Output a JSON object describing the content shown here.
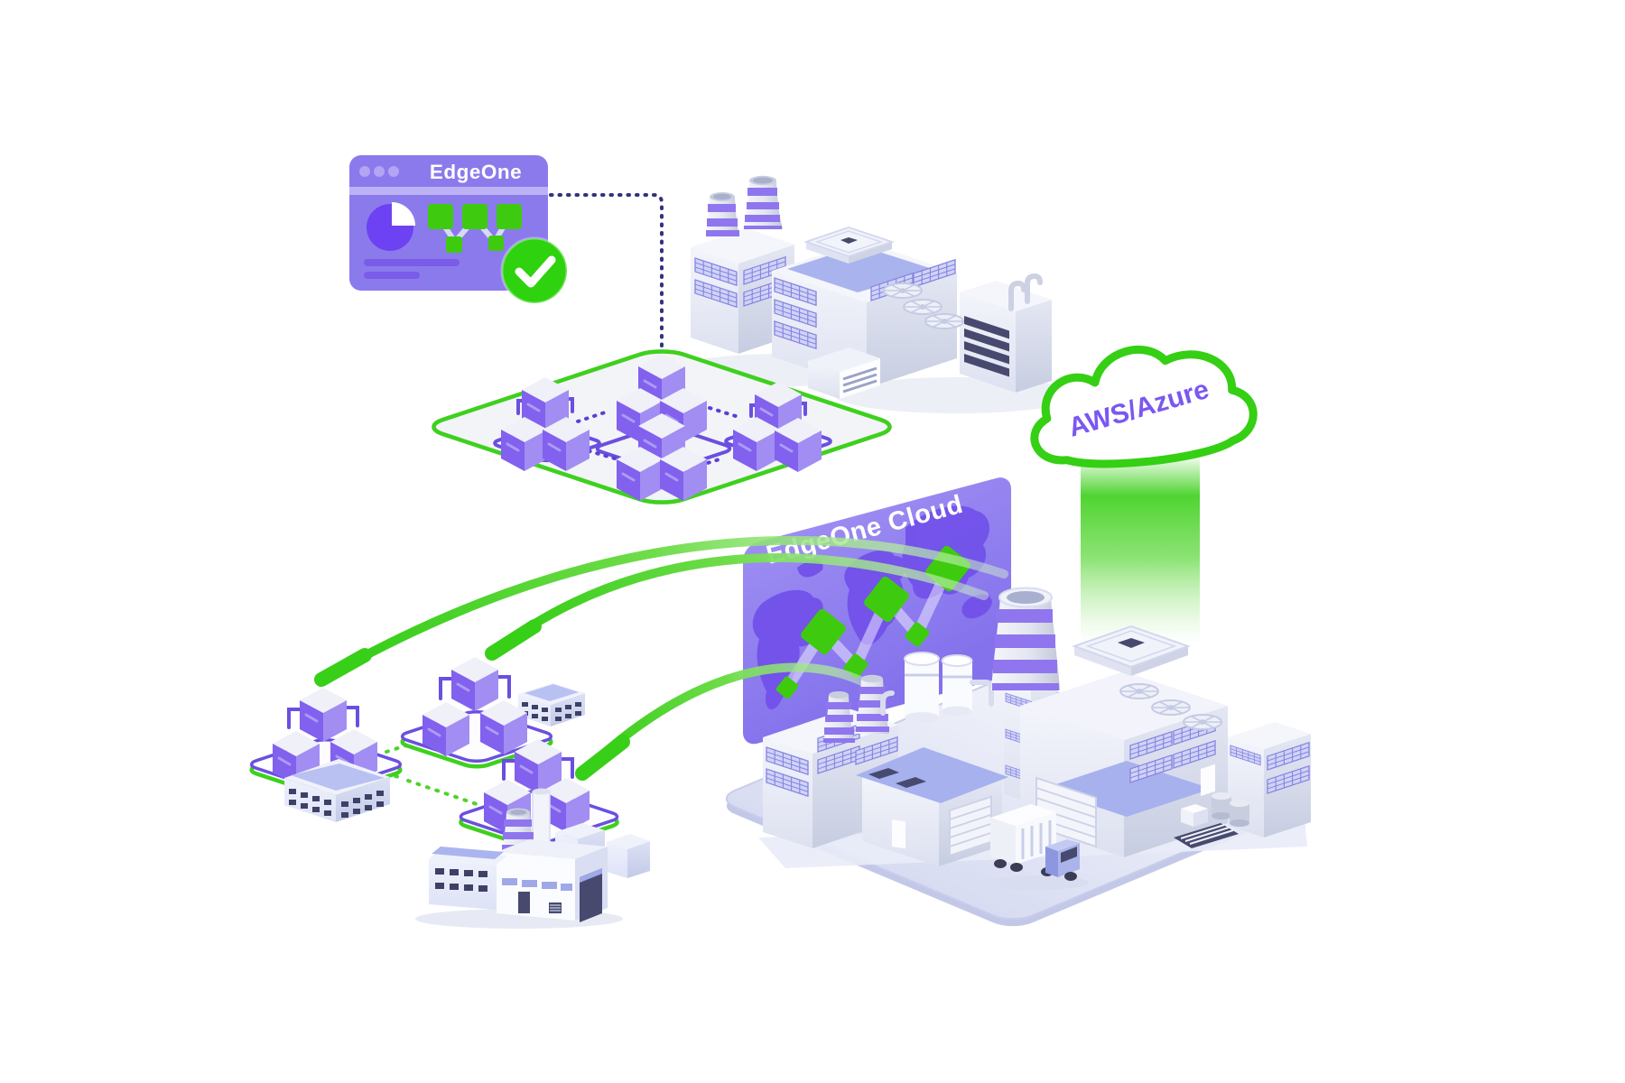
{
  "labels": {
    "dashboard_title": "EdgeOne",
    "cloud_panel_title": "EdgeOne Cloud",
    "public_cloud_label": "AWS/Azure"
  },
  "scene": {
    "background": "#ffffff",
    "dashboard_card": {
      "title": "EdgeOne",
      "window_dots": 3,
      "widgets": [
        "pie-chart",
        "node-graph",
        "text-lines"
      ],
      "status": "verified-check"
    },
    "edge_network": {
      "top_platform_clusters": 3,
      "left_clusters": 3,
      "cube_style": "purple-isometric"
    },
    "cloud_panel": {
      "title": "EdgeOne Cloud",
      "map": "world-map",
      "green_nodes": 6
    },
    "public_cloud": {
      "label": "AWS/Azure",
      "beam": "green-downlink"
    },
    "factories": [
      "top-industrial-plant",
      "main-industrial-campus",
      "small-plant"
    ],
    "vehicle": "cargo-truck",
    "connectors": [
      "navy-dotted-line",
      "purple-dotted-links",
      "green-dotted-links",
      "three-green-arcs"
    ]
  },
  "colors": {
    "accent_green": "#35cf14",
    "node_green": "#3ecb0f",
    "beam_green": "#4ed32a",
    "panel_purple": "#8b7aec",
    "map_purple": "#7150ea",
    "pie_purple": "#6d42f2",
    "cube_left": "#8161ee",
    "cube_right": "#a28df2",
    "outline_purple": "#6b4fe0",
    "navy_connector": "#34327e",
    "platform_gray": "#f3f4f7",
    "building_lavender": "#dfe3f7",
    "roof_blue": "#a7b1ee",
    "dark_slate": "#474a6e"
  },
  "icons": [
    "window-dots-icon",
    "pie-chart-icon",
    "node-graph-icon",
    "check-circle-icon",
    "cloud-icon",
    "server-cube-icon",
    "factory-icon",
    "chimney-icon",
    "cooling-tower-icon",
    "truck-icon",
    "arc-arrow-icon",
    "world-map-icon",
    "beam-icon",
    "roof-fan-icon"
  ]
}
